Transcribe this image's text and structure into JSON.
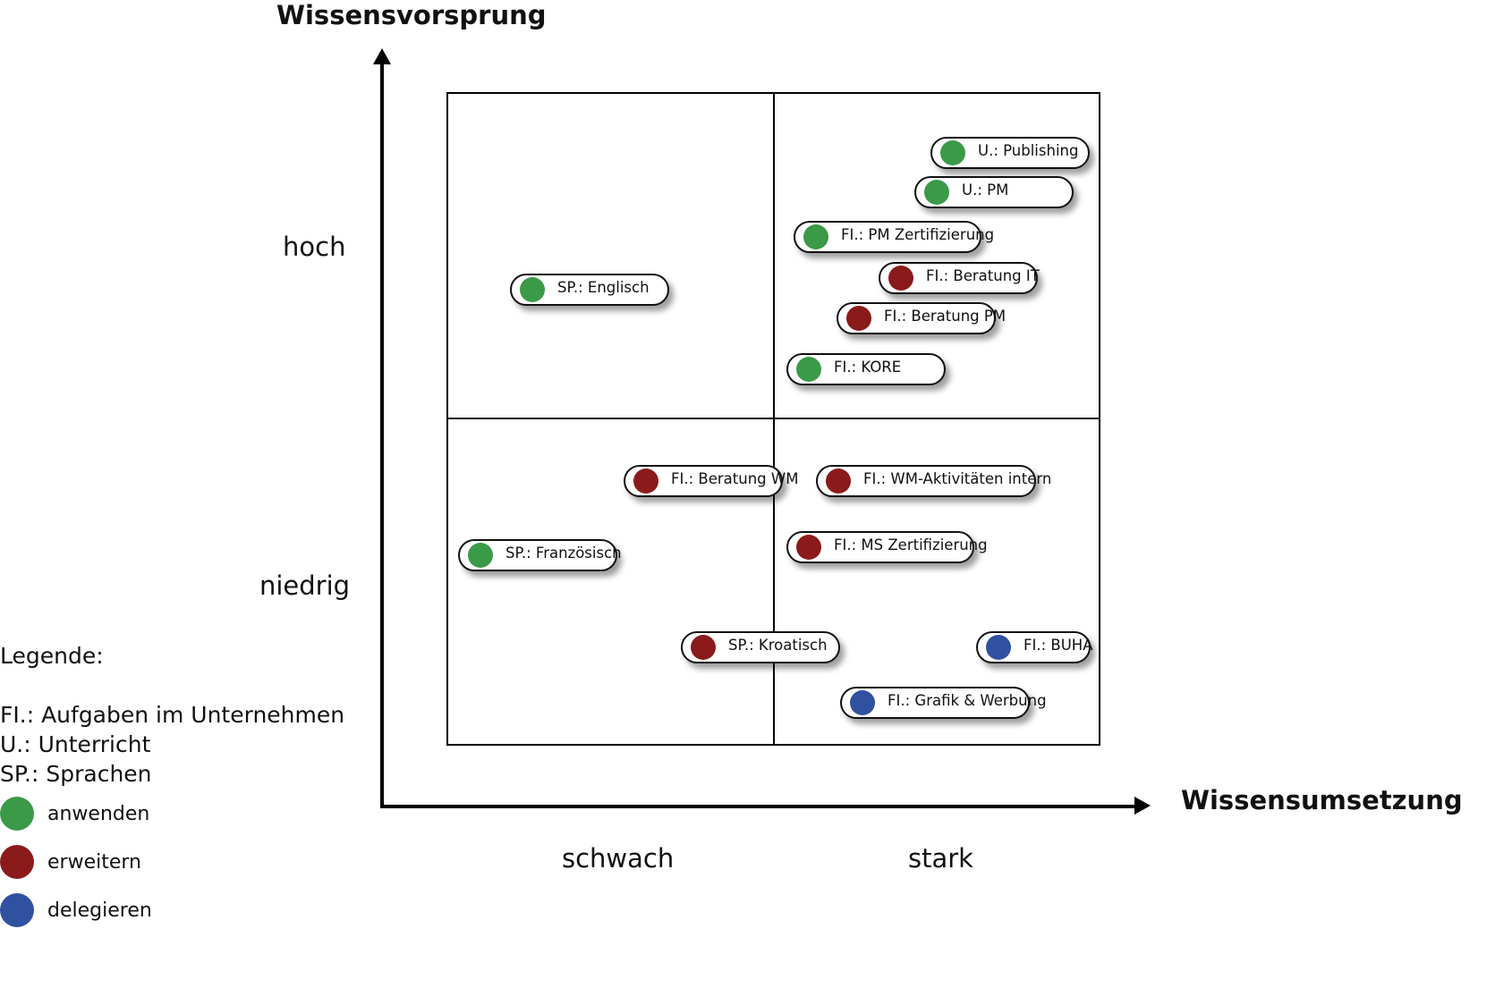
{
  "axes": {
    "y_title": "Wissensvorsprung",
    "x_title": "Wissensumsetzung",
    "y_ticks": [
      "hoch",
      "niedrig"
    ],
    "x_ticks": [
      "schwach",
      "stark"
    ]
  },
  "legend": {
    "heading": "Legende:",
    "abbreviations": [
      "FI.: Aufgaben im Unternehmen",
      "U.: Unterricht",
      "SP.: Sprachen"
    ],
    "items": [
      {
        "label": "anwenden",
        "color": "#3a9a48"
      },
      {
        "label": "erweitern",
        "color": "#8b1a1a"
      },
      {
        "label": "delegieren",
        "color": "#3050a0"
      }
    ]
  },
  "items": [
    {
      "label": "U.: Publishing",
      "category": "anwenden",
      "quadrant": "stark / hoch"
    },
    {
      "label": "U.: PM",
      "category": "anwenden",
      "quadrant": "stark / hoch"
    },
    {
      "label": "FI.: PM Zertifizierung",
      "category": "anwenden",
      "quadrant": "stark / hoch"
    },
    {
      "label": "FI.: Beratung IT",
      "category": "erweitern",
      "quadrant": "stark / hoch"
    },
    {
      "label": "FI.: Beratung PM",
      "category": "erweitern",
      "quadrant": "stark / hoch"
    },
    {
      "label": "FI.: KORE",
      "category": "anwenden",
      "quadrant": "stark / hoch"
    },
    {
      "label": "SP.: Englisch",
      "category": "anwenden",
      "quadrant": "schwach / hoch"
    },
    {
      "label": "FI.: Beratung WM",
      "category": "erweitern",
      "quadrant": "schwach / niedrig"
    },
    {
      "label": "FI.: WM-Aktivitäten intern",
      "category": "erweitern",
      "quadrant": "stark / niedrig"
    },
    {
      "label": "SP.: Französisch",
      "category": "anwenden",
      "quadrant": "schwach / niedrig"
    },
    {
      "label": "FI.: MS Zertifizierung",
      "category": "erweitern",
      "quadrant": "stark / niedrig"
    },
    {
      "label": "SP.: Kroatisch",
      "category": "erweitern",
      "quadrant": "schwach / niedrig"
    },
    {
      "label": "FI.: BUHA",
      "category": "delegieren",
      "quadrant": "stark / niedrig"
    },
    {
      "label": "FI.: Grafik & Werbung",
      "category": "delegieren",
      "quadrant": "stark / niedrig"
    }
  ]
}
